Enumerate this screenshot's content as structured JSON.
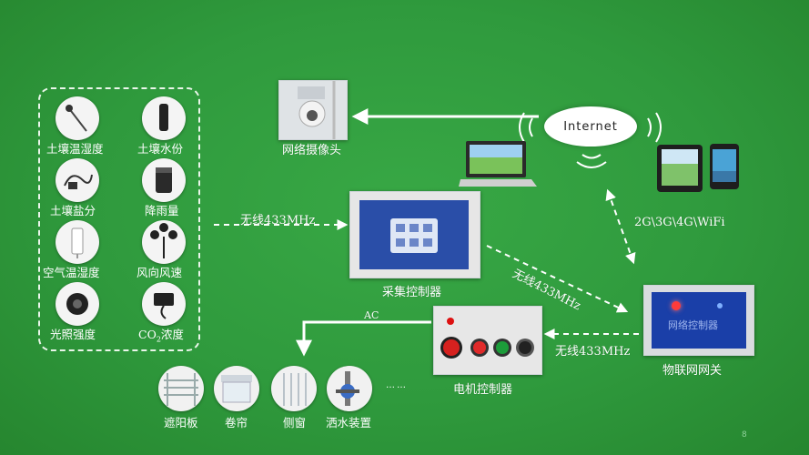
{
  "sensors": [
    {
      "label": "土壤温湿度",
      "icon": "soil-temp-humidity-probe-icon"
    },
    {
      "label": "土壤水份",
      "icon": "soil-moisture-sensor-icon"
    },
    {
      "label": "土壤盐分",
      "icon": "soil-salinity-sensor-icon"
    },
    {
      "label": "降雨量",
      "icon": "rain-gauge-icon"
    },
    {
      "label": "空气温湿度",
      "icon": "air-temp-humidity-sensor-icon"
    },
    {
      "label": "风向风速",
      "icon": "anemometer-icon"
    },
    {
      "label": "光照强度",
      "icon": "light-sensor-icon"
    },
    {
      "label": "CO",
      "label_sub": "2",
      "label_suffix": "浓度",
      "icon": "co2-sensor-icon"
    }
  ],
  "devices": {
    "camera": "网络摄像头",
    "collector": "采集控制器",
    "gateway": "物联网网关",
    "gateway_screen_text": "网络控制器",
    "motor": "电机控制器",
    "internet": "Internet"
  },
  "links": {
    "wireless_1": "无线433MHz",
    "wireless_2": "无线433MHz",
    "wireless_3": "无线433MHz",
    "mobile": "2G\\3G\\4G\\WiFi",
    "ac": "AC",
    "ellipsis": "……"
  },
  "actuators": [
    {
      "label": "遮阳板",
      "icon": "shade-panel-icon"
    },
    {
      "label": "卷帘",
      "icon": "roller-curtain-icon"
    },
    {
      "label": "侧窗",
      "icon": "side-window-icon"
    },
    {
      "label": "洒水装置",
      "icon": "sprinkler-valve-icon"
    }
  ],
  "page_number": "8",
  "colors": {
    "background": "#2f9a3d",
    "arrow": "#ffffff",
    "screen_blue": "#1a3fa8"
  }
}
